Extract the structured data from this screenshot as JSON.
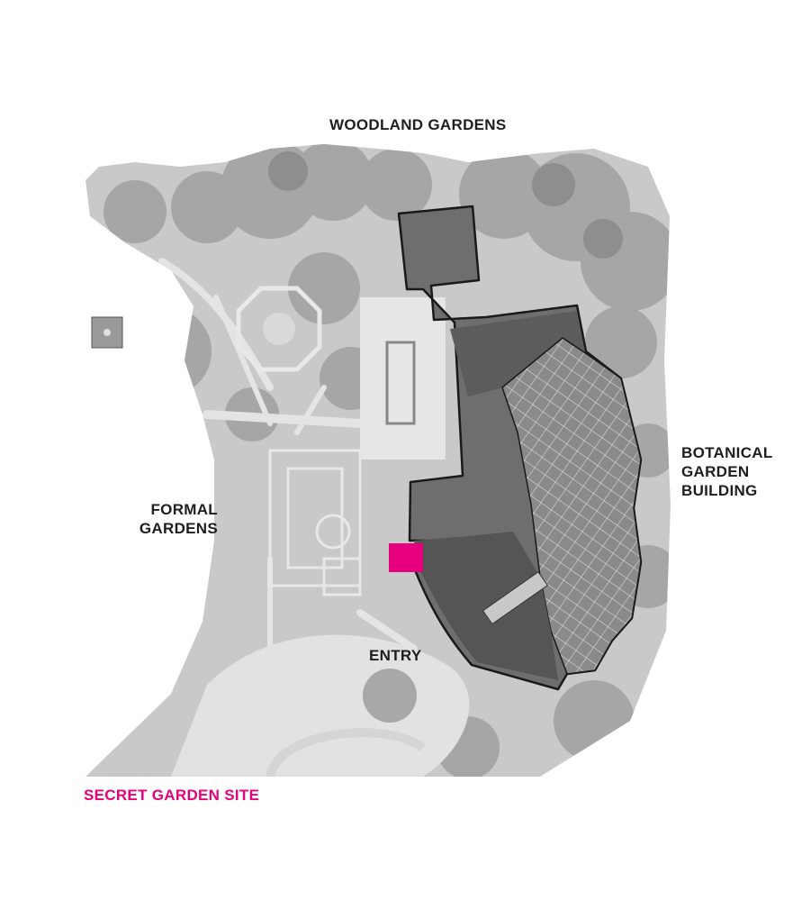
{
  "labels": {
    "woodland": "WOODLAND GARDENS",
    "botanical_line1": "BOTANICAL",
    "botanical_line2": "GARDEN",
    "botanical_line3": "BUILDING",
    "formal_line1": "FORMAL",
    "formal_line2": "GARDENS",
    "entry": "ENTRY",
    "secret": "SECRET GARDEN SITE"
  },
  "colors": {
    "highlight": "#e6007e",
    "label_text": "#1e1e1e",
    "building_outline": "#1a1a1a",
    "aerial_base": "#c9c9c9"
  }
}
